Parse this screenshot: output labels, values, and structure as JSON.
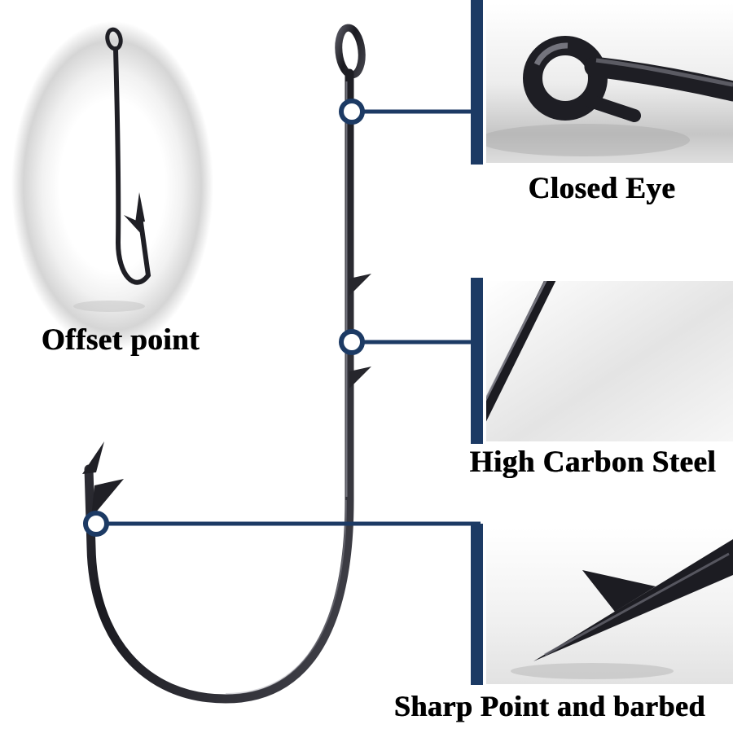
{
  "page": {
    "type": "product-infographic",
    "subject": "fishing hook features",
    "background": "#ffffff"
  },
  "colors": {
    "accent_navy": "#1c3a64",
    "hook_metal": "#1d1d22",
    "label_text": "#000000"
  },
  "inset": {
    "label": "Offset point"
  },
  "callouts": [
    {
      "id": "closed-eye",
      "label": "Closed Eye"
    },
    {
      "id": "high-carbon-steel",
      "label": "High Carbon Steel"
    },
    {
      "id": "sharp-point",
      "label": "Sharp Point and barbed"
    }
  ],
  "icons": {
    "marker": "callout-marker-circle",
    "connector": "callout-connector-line"
  }
}
